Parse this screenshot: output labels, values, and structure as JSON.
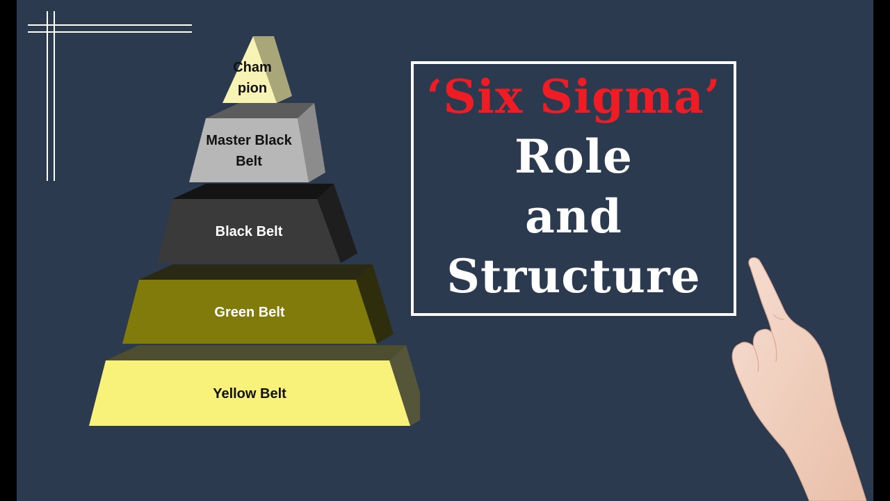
{
  "pyramid": {
    "tiers": [
      {
        "label": [
          "Cham",
          "pion"
        ],
        "front": "#f7f3b4",
        "side": "#a9a67a",
        "top": "#c9c58e",
        "text": "#111111"
      },
      {
        "label": [
          "Master Black",
          "Belt"
        ],
        "front": "#b7b7b7",
        "side": "#8c8c8c",
        "top": "#5c5c5c",
        "text": "#111111"
      },
      {
        "label": [
          "Black Belt"
        ],
        "front": "#3a3a3a",
        "side": "#1e1e1e",
        "top": "#141414",
        "text": "#ffffff"
      },
      {
        "label": [
          "Green Belt"
        ],
        "front": "#807b0a",
        "side": "#2e2e0c",
        "top": "#2a2a14",
        "text": "#ffffff"
      },
      {
        "label": [
          "Yellow Belt"
        ],
        "front": "#f8f27a",
        "side": "#55553a",
        "top": "#4d4d30",
        "text": "#111111"
      }
    ]
  },
  "title": {
    "highlight": "‘Six Sigma’",
    "lines": [
      "Role",
      "and",
      "Structure"
    ]
  },
  "colors": {
    "background": "#2b3a4f",
    "accent": "#ee1c25",
    "frame": "#ffffff"
  },
  "icons": {
    "corner": "corner-lines-icon",
    "hand": "pointing-hand-icon"
  }
}
